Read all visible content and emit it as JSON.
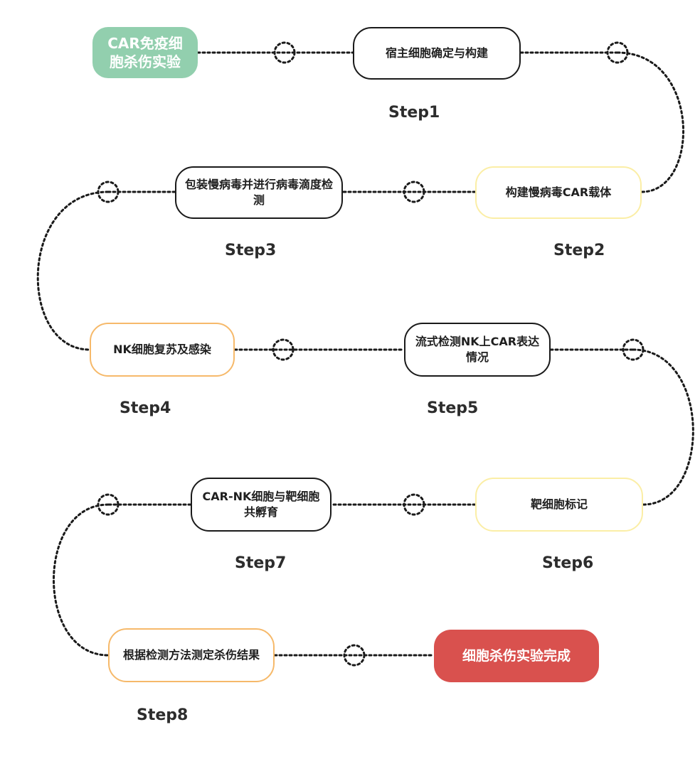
{
  "start_label": "CAR免疫细胞杀伤实验",
  "end_label": "细胞杀伤实验完成",
  "steps": [
    {
      "label": "宿主细胞确定与构建",
      "step": "Step1"
    },
    {
      "label": "构建慢病毒CAR载体",
      "step": "Step2"
    },
    {
      "label": "包装慢病毒并进行病毒滴度检测",
      "step": "Step3"
    },
    {
      "label": "NK细胞复苏及感染",
      "step": "Step4"
    },
    {
      "label": "流式检测NK上CAR表达情况",
      "step": "Step5"
    },
    {
      "label": "靶细胞标记",
      "step": "Step6"
    },
    {
      "label": "CAR-NK细胞与靶细胞共孵育",
      "step": "Step7"
    },
    {
      "label": "根据检测方法测定杀伤结果",
      "step": "Step8"
    }
  ],
  "colors": {
    "start_fill": "#92cfae",
    "end_fill": "#d9514e",
    "border_black": "#1a1a1a",
    "border_yellow": "#fbeea6",
    "border_orange": "#f6b96a"
  }
}
